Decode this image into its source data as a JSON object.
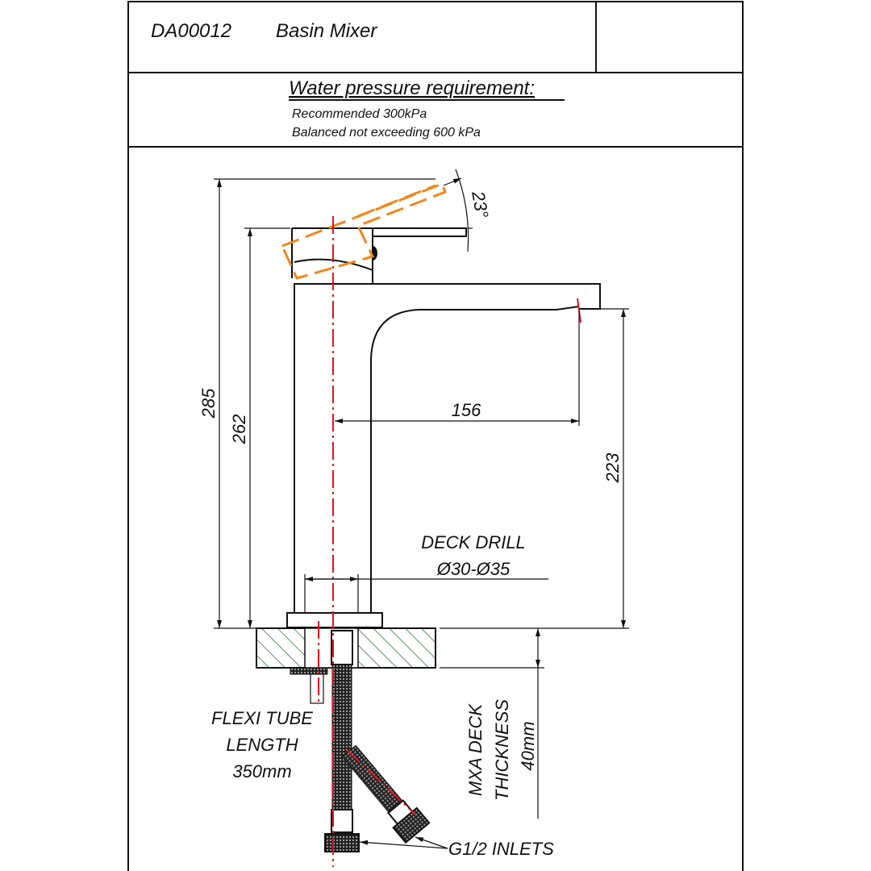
{
  "title_block": {
    "code": "DA00012",
    "name": "Basin Mixer"
  },
  "requirements": {
    "heading": "Water pressure requirement:",
    "lines": [
      "Recommended 300kPa",
      "Balanced not exceeding 600 kPa"
    ]
  },
  "dimensions": {
    "overall_height": "285",
    "body_height": "262",
    "spout_reach": "156",
    "spout_height": "223",
    "lever_angle": "23°"
  },
  "labels": {
    "deck_drill": "DECK DRILL",
    "deck_drill_size": "Ø30-Ø35",
    "flexi_1": "FLEXI TUBE",
    "flexi_2": "LENGTH",
    "flexi_3": "350mm",
    "deck_1": "MXA DECK",
    "deck_2": "THICKNESS",
    "deck_3": "40mm",
    "inlets": "G1/2 INLETS"
  },
  "colors": {
    "centerline": "#e3141b",
    "lever_alt": "#f0871e",
    "hatch": "#2e7d32"
  }
}
